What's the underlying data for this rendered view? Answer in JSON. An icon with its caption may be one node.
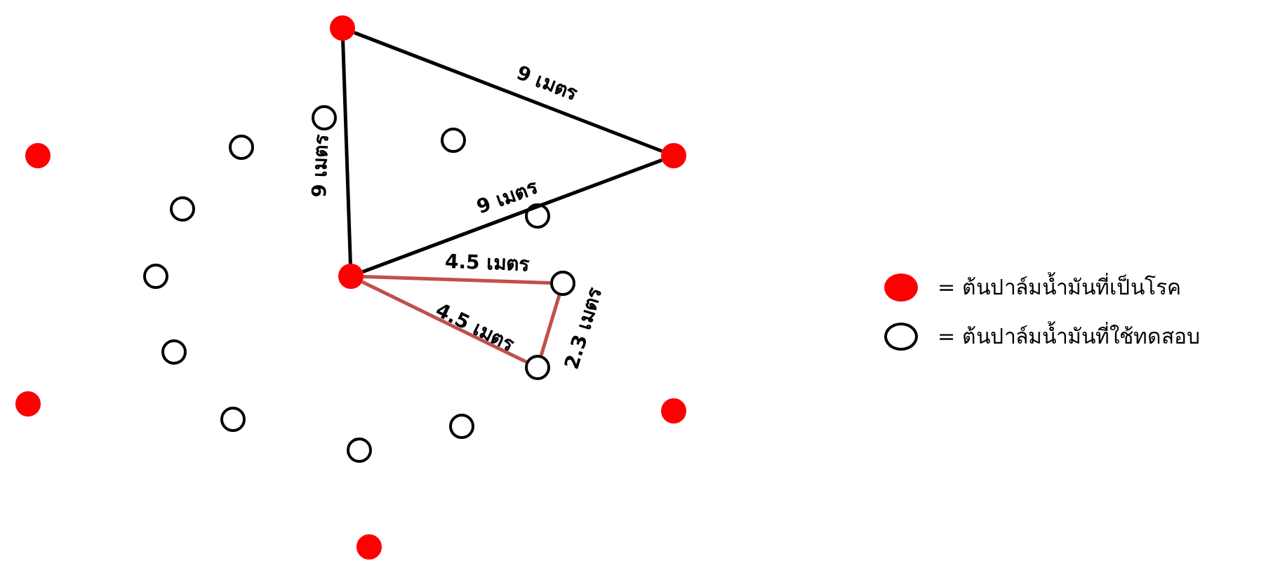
{
  "diagram": {
    "nodes": [
      {
        "text": [],
        "shape": "circle"
      },
      {
        "text": [],
        "shape": "circle"
      },
      {
        "text": [],
        "shape": "circle"
      },
      {
        "text": [],
        "shape": "circle"
      },
      {
        "text": [],
        "shape": "circle"
      },
      {
        "text": [],
        "shape": "circle"
      },
      {
        "text": [],
        "shape": "circle"
      },
      {
        "text": [],
        "shape": "circle"
      },
      {
        "text": [],
        "shape": "circle"
      },
      {
        "text": [],
        "shape": "circle"
      },
      {
        "text": [],
        "shape": "circle"
      },
      {
        "text": [],
        "shape": "circle"
      },
      {
        "text": [],
        "shape": "circle"
      },
      {
        "text": [],
        "shape": "circle"
      },
      {
        "text": [],
        "shape": "circle"
      },
      {
        "text": [],
        "shape": "circle"
      },
      {
        "text": [],
        "shape": "circle"
      },
      {
        "text": [],
        "shape": "circle"
      },
      {
        "text": [],
        "shape": "circle"
      }
    ],
    "edges": [
      {
        "from": 0,
        "to": 5,
        "arrow": "none",
        "label": "9 เมตร"
      },
      {
        "from": 0,
        "to": 8,
        "arrow": "none",
        "label": "9 เมตร"
      },
      {
        "from": 8,
        "to": 5,
        "arrow": "none",
        "label": "9 เมตร"
      },
      {
        "from": 8,
        "to": 10,
        "arrow": "none",
        "label": "4.5 เมตร",
        "color": "#c0504d"
      },
      {
        "from": 8,
        "to": 12,
        "arrow": "none",
        "label": "4.5 เมตร",
        "color": "#c0504d"
      },
      {
        "from": 10,
        "to": 12,
        "arrow": "none",
        "label": "2.3 เมตร",
        "color": "#c0504d"
      }
    ],
    "legend": [
      {
        "text": "= ต้นปาล์มน้ำมันที่เป็นโรค",
        "color": "#ff0000"
      },
      {
        "text": "= ต้นปาล์มน้ำมันที่ใช้ทดสอบ"
      }
    ]
  }
}
